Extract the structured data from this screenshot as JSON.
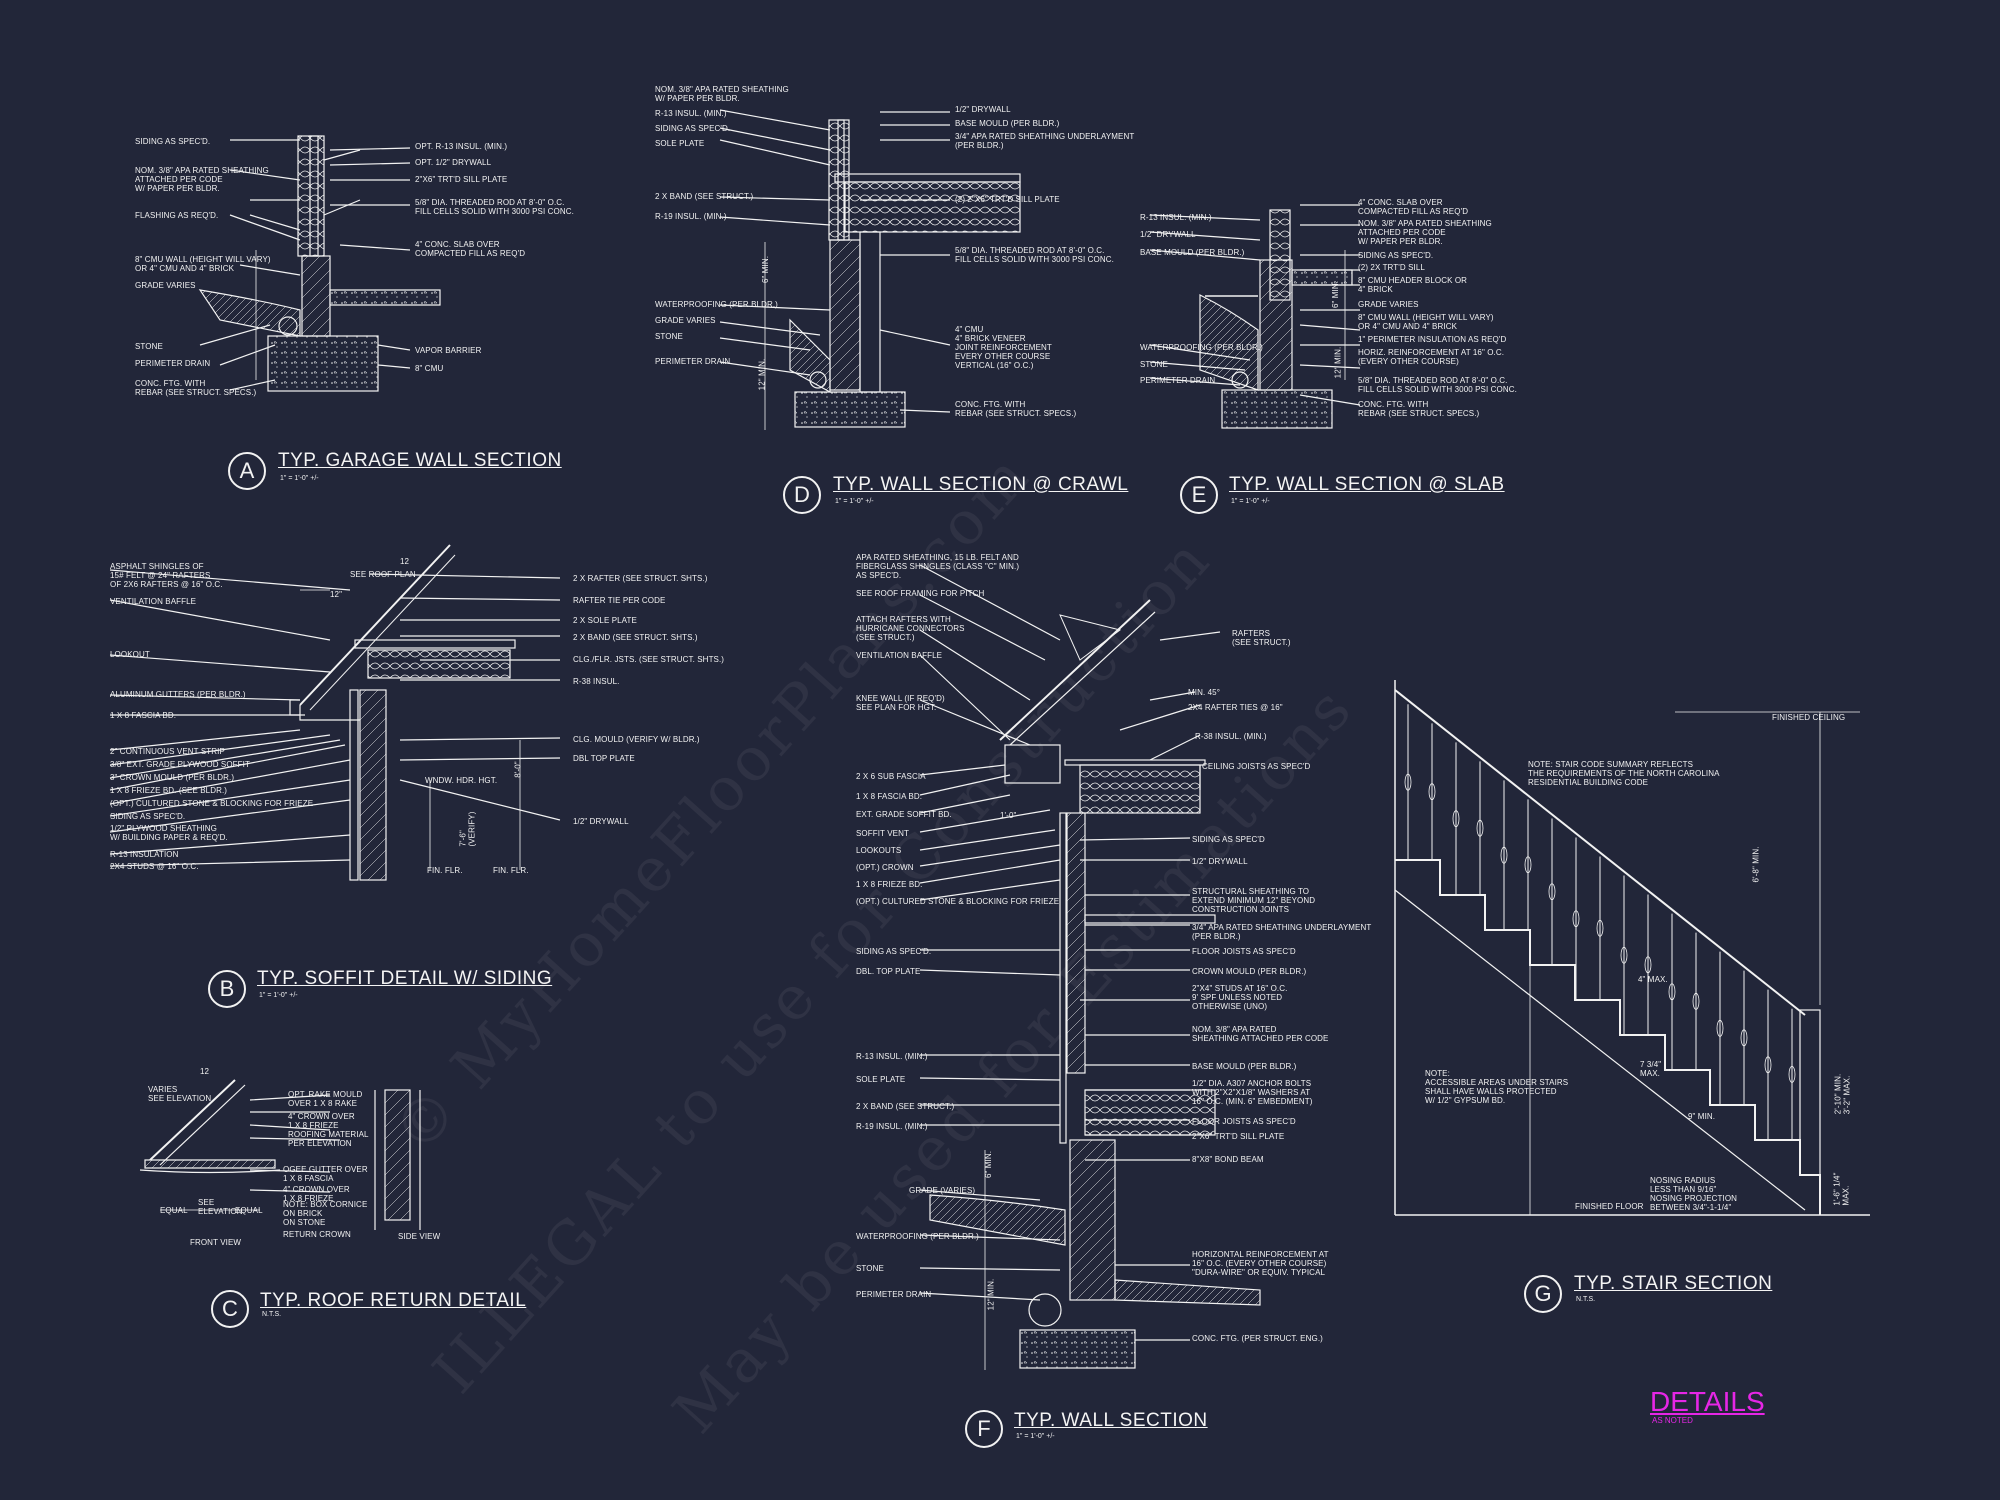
{
  "sheet": {
    "title": "DETAILS",
    "subtitle": "AS NOTED",
    "accent_color": "#e626e6",
    "background": "#222639",
    "line_color": "#f2f2f2"
  },
  "watermark": {
    "line1": "© MyHomeFloorPlans.com",
    "line2": "ILLEGAL to use for Construction",
    "line3": "May be used for Estimations"
  },
  "details": {
    "A": {
      "letter": "A",
      "title": "TYP. GARAGE WALL SECTION",
      "scale": "1\" = 1'-0\" +/-",
      "left_notes": [
        "SIDING AS SPEC'D.",
        "NOM. 3/8\" APA RATED SHEATHING\nATTACHED PER CODE\nW/ PAPER PER BLDR.",
        "FLASHING AS REQ'D.",
        "8\" CMU WALL (HEIGHT WILL VARY)\nOR 4\" CMU AND 4\" BRICK",
        "GRADE VARIES",
        "STONE",
        "PERIMETER DRAIN",
        "CONC. FTG. WITH\nREBAR (SEE STRUCT. SPECS.)"
      ],
      "right_notes": [
        "OPT. R-13 INSUL. (MIN.)",
        "OPT. 1/2\" DRYWALL",
        "2\"x6\" TRT'D SILL PLATE",
        "5/8\" DIA. THREADED ROD AT 8'-0\" O.C.\nFILL CELLS SOLID WITH 3000 PSI CONC.",
        "4\" CONC. SLAB OVER\nCOMPACTED FILL AS REQ'D",
        "VAPOR BARRIER",
        "8\" CMU"
      ]
    },
    "D": {
      "letter": "D",
      "title": "TYP. WALL SECTION @ CRAWL",
      "scale": "1\" = 1'-0\" +/-",
      "left_notes": [
        "NOM. 3/8\" APA RATED SHEATHING\nW/ PAPER PER BLDR.",
        "R-13 INSUL. (MIN.)",
        "SIDING AS SPEC'D.",
        "SOLE PLATE",
        "2 x BAND (SEE STRUCT.)",
        "R-19 INSUL. (MIN.)",
        "WATERPROOFING (PER BLDR.)",
        "GRADE VARIES",
        "STONE",
        "PERIMETER DRAIN"
      ],
      "right_notes": [
        "1/2\" DRYWALL",
        "BASE MOULD (PER BLDR.)",
        "3/4\" APA RATED SHEATHING UNDERLAYMENT\n(PER BLDR.)",
        "(2) 2\"x6\" TRT'D SILL PLATE",
        "5/8\" DIA. THREADED ROD AT 8'-0\" O.C.\nFILL CELLS SOLID WITH 3000 PSI CONC.",
        "4\" CMU\n4\" BRICK VENEER\nJOINT REINFORCEMENT\nEVERY OTHER COURSE\nVERTICAL (16\" O.C.)",
        "CONC. FTG. WITH\nREBAR (SEE STRUCT. SPECS.)"
      ],
      "dims": [
        "6\" MIN.",
        "12\" MIN."
      ]
    },
    "E": {
      "letter": "E",
      "title": "TYP. WALL SECTION @ SLAB",
      "scale": "1\" = 1'-0\" +/-",
      "left_notes": [
        "R-13 INSUL. (MIN.)",
        "1/2\" DRYWALL",
        "BASE MOULD (PER BLDR.)",
        "WATERPROOFING (PER BLDR.)",
        "STONE",
        "PERIMETER DRAIN"
      ],
      "right_notes": [
        "4\" CONC. SLAB OVER\nCOMPACTED FILL AS REQ'D",
        "NOM. 3/8\" APA RATED SHEATHING\nATTACHED PER CODE\nW/ PAPER PER BLDR.",
        "SIDING AS SPEC'D.",
        "(2) 2X TRT'D SILL",
        "8\" CMU HEADER BLOCK OR\n4\" BRICK",
        "GRADE VARIES",
        "8\" CMU WALL (HEIGHT WILL VARY)\nOR 4\" CMU AND 4\" BRICK",
        "1\" PERIMETER INSULATION AS REQ'D",
        "HORIZ. REINFORCEMENT AT 16\" O.C.\n(EVERY OTHER COURSE)",
        "5/8\" DIA. THREADED ROD AT 8'-0\" O.C.\nFILL CELLS SOLID WITH 3000 PSI CONC.",
        "CONC. FTG. WITH\nREBAR (SEE STRUCT. SPECS.)"
      ],
      "dims": [
        "6\" MIN.",
        "12\" MIN."
      ]
    },
    "B": {
      "letter": "B",
      "title": "TYP. SOFFIT DETAIL W/ SIDING",
      "scale": "1\" = 1'-0\" +/-",
      "left_notes": [
        "ASPHALT SHINGLES OF\n15# FELT @ 24\" RAFTERS\nOF 2x6 RAFTERS @ 16\" O.C.",
        "VENTILATION BAFFLE",
        "LOOKOUT",
        "ALUMINUM GUTTERS (PER BLDR.)",
        "1 X 8 FASCIA BD.",
        "2\" CONTINUOUS VENT STRIP",
        "3/8\" EXT. GRADE PLYWOOD SOFFIT",
        "3\" CROWN MOULD (PER BLDR.)",
        "1 X 8 FRIEZE BD. (SEE BLDR.)",
        "(OPT.) CULTURED STONE & BLOCKING FOR FRIEZE",
        "SIDING AS SPEC'D.",
        "1/2\" PLYWOOD SHEATHING\nW/ BUILDING PAPER & REQ'D.",
        "R-13 INSULATION",
        "2x4 STUDS @ 16\" O.C."
      ],
      "right_notes": [
        "SEE ROOF PLAN",
        "2 X RAFTER (SEE STRUCT. SHTS.)",
        "RAFTER TIE PER CODE",
        "2 X SOLE PLATE",
        "2 X BAND (SEE STRUCT. SHTS.)",
        "CLG./FLR. JSTS. (SEE STRUCT. SHTS.)",
        "R-38 INSUL.",
        "CLG. MOULD (VERIFY W/ BLDR.)",
        "DBL TOP PLATE",
        "1/2\" DRYWALL"
      ],
      "dims": [
        "12",
        "12\"",
        "WNDW. HDR. HGT.",
        "7'-6\"\n(VERIFY)",
        "8'-0\"",
        "FIN. FLR.",
        "FIN. FLR."
      ]
    },
    "C": {
      "letter": "C",
      "title": "TYP. ROOF RETURN DETAIL",
      "scale": "N.T.S.",
      "notes": [
        "VARIES\nSEE ELEVATION",
        "12",
        "OPT. RAKE MOULD\nOVER 1 X 8 RAKE",
        "4\" CROWN OVER\n1 X 8 FRIEZE",
        "ROOFING MATERIAL\nPER ELEVATION",
        "OGEE GUTTER OVER\n1 X 8 FASCIA",
        "4\" CROWN OVER\n1 X 8 FRIEZE",
        "NOTE: BOX CORNICE\nON BRICK\nON STONE",
        "RETURN CROWN",
        "SEE\nELEVATION",
        "EQUAL",
        "EQUAL",
        "FRONT VIEW",
        "SIDE VIEW"
      ]
    },
    "F": {
      "letter": "F",
      "title": "TYP. WALL SECTION",
      "scale": "1\" = 1'-0\" +/-",
      "left_notes": [
        "APA RATED SHEATHING, 15 LB. FELT AND\nFIBERGLASS SHINGLES (CLASS \"C\" MIN.)\nAS SPEC'D.",
        "SEE ROOF FRAMING FOR PITCH",
        "ATTACH RAFTERS WITH\nHURRICANE CONNECTORS\n(SEE STRUCT.)",
        "VENTILATION BAFFLE",
        "KNEE WALL (IF REQ'D)\nSEE PLAN FOR HGT.",
        "2 x 6 SUB FASCIA",
        "1 x 8 FASCIA BD.",
        "EXT. GRADE SOFFIT BD.",
        "SOFFIT VENT",
        "LOOKOUTS",
        "(OPT.) CROWN",
        "1 x 8 FRIEZE BD.",
        "(OPT.) CULTURED STONE & BLOCKING FOR FRIEZE",
        "SIDING AS SPEC'D.",
        "DBL. TOP PLATE",
        "R-13 INSUL. (MIN.)",
        "SOLE PLATE",
        "2 x BAND (SEE STRUCT.)",
        "R-19 INSUL. (MIN.)",
        "GRADE (VARIES)",
        "WATERPROOFING (PER BLDR.)",
        "STONE",
        "PERIMETER DRAIN"
      ],
      "right_notes": [
        "RAFTERS\n(SEE STRUCT.)",
        "MIN. 45°",
        "2x4 RAFTER TIES @ 16\"",
        "R-38 INSUL. (MIN.)",
        "CEILING JOISTS AS SPEC'D",
        "SIDING AS SPEC'D",
        "1/2\" DRYWALL",
        "STRUCTURAL SHEATHING TO\nEXTEND MINIMUM 12\" BEYOND\nCONSTRUCTION JOINTS",
        "3/4\" APA RATED SHEATHING UNDERLAYMENT\n(PER BLDR.)",
        "FLOOR JOISTS AS SPEC'D",
        "CROWN MOULD (PER BLDR.)",
        "2\"x4\" STUDS AT 16\" O.C.\n9' SPF UNLESS NOTED\nOTHERWISE (UNO)",
        "NOM. 3/8\" APA RATED\nSHEATHING ATTACHED PER CODE",
        "BASE MOULD (PER BLDR.)",
        "1/2\" DIA. A307 ANCHOR BOLTS\nWITH 2\"x2\"x1/8\" WASHERS AT\n16\" O.C. (MIN. 6\" EMBEDMENT)",
        "FLOOR JOISTS AS SPEC'D",
        "2\"x6\" TRT'D SILL PLATE",
        "8\"x8\" BOND BEAM",
        "HORIZONTAL REINFORCEMENT AT\n16\" O.C. (EVERY OTHER COURSE)\n\"DURA-WIRE\" OR EQUIV. TYPICAL",
        "CONC. FTG. (PER STRUCT. ENG.)"
      ],
      "dims": [
        "1'-0\"",
        "6\" MIN.",
        "12\" MIN."
      ]
    },
    "G": {
      "letter": "G",
      "title": "TYP. STAIR SECTION",
      "scale": "N.T.S.",
      "notes": [
        "FINISHED CEILING",
        "NOTE: STAIR CODE SUMMARY REFLECTS\nTHE REQUIREMENTS OF THE NORTH CAROLINA\nRESIDENTIAL BUILDING CODE",
        "6'-8\" MIN.",
        "4\" MAX.",
        "7 3/4\"\nMAX.",
        "9\" MIN.",
        "NOTE:\nACCESSIBLE AREAS UNDER STAIRS\nSHALL HAVE WALLS PROTECTED\nW/ 1/2\" GYPSUM BD.",
        "NOSING RADIUS\nLESS THAN 9/16\"\nNOSING PROJECTION\nBETWEEN 3/4\"-1-1/4\"",
        "FINISHED FLOOR",
        "2'-10\" MIN.\n3'-2\" MAX.",
        "1'-6\" 1/4\"\nMAX."
      ]
    }
  }
}
